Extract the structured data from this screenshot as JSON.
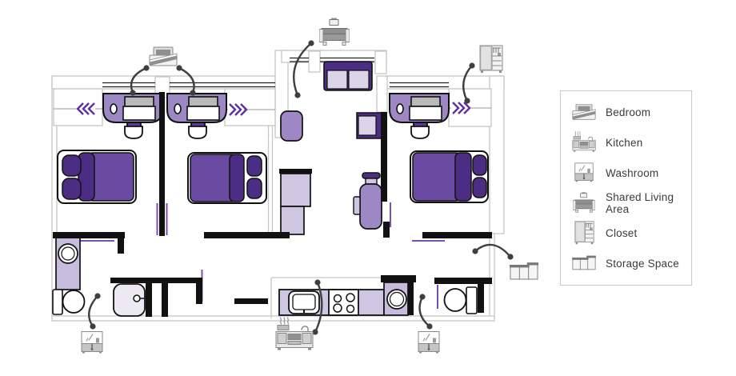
{
  "diagram": {
    "type": "floor-plan"
  },
  "legend": {
    "items": [
      {
        "label": "Bedroom",
        "icon": "bed-icon"
      },
      {
        "label": "Kitchen",
        "icon": "kitchen-icon"
      },
      {
        "label": "Washroom",
        "icon": "washroom-icon"
      },
      {
        "label": "Shared Living Area",
        "icon": "sofa-icon"
      },
      {
        "label": "Closet",
        "icon": "closet-icon"
      },
      {
        "label": "Storage Space",
        "icon": "storage-icon"
      }
    ]
  },
  "colors": {
    "wall": "#111111",
    "outline_gray": "#c6c6c6",
    "purple_dark": "#4b2e84",
    "purple_medium": "#6a4ba1",
    "purple_furniture": "#9d87c4",
    "purple_counter": "#cfc6e2",
    "purple_appliance": "#c7bcdd",
    "purple_pale": "#ece8f4",
    "chevron_purple": "#5f2f9e",
    "door_purple": "#7a4fb0",
    "icon_gray": "#8a8a8a",
    "arrow_gray": "#3f3f3f",
    "legend_border": "#c9c9c9",
    "text": "#3a3a3a"
  }
}
